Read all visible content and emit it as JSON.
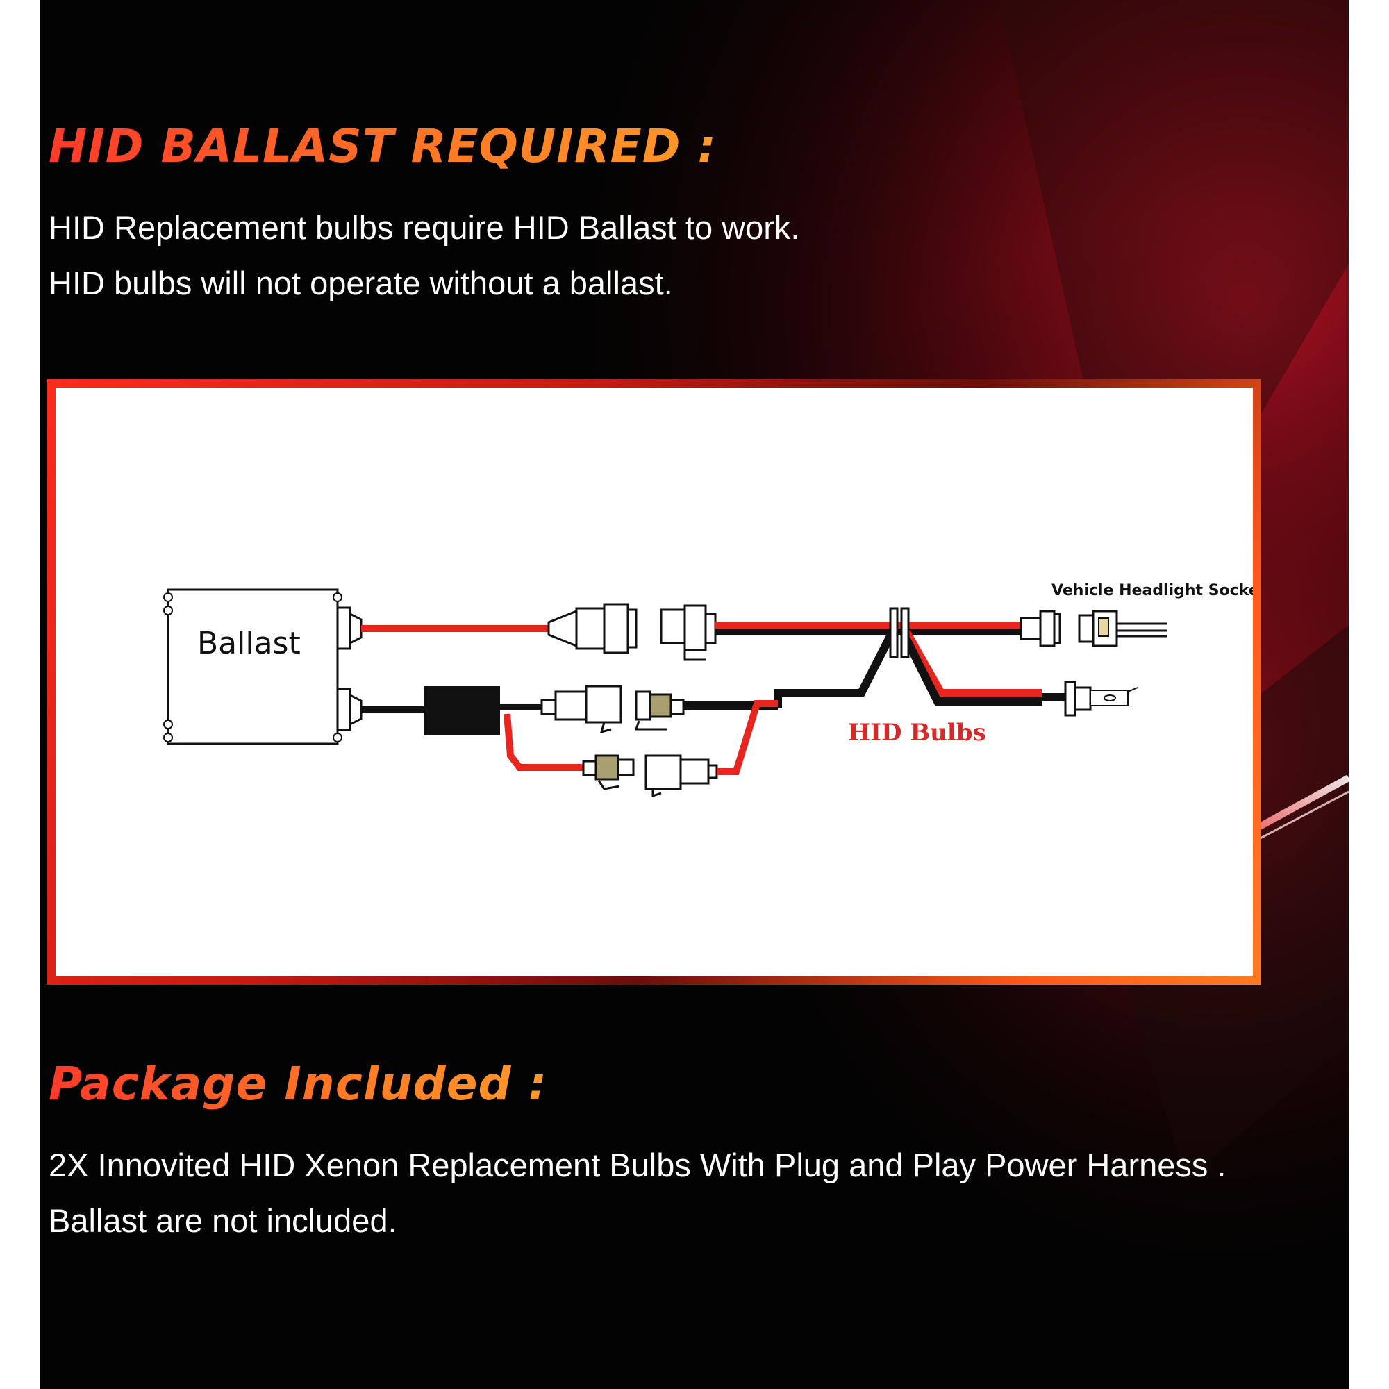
{
  "section_ballast": {
    "heading": "HID BALLAST REQUIRED :",
    "lines": [
      "HID Replacement bulbs require HID Ballast to work.",
      "HID bulbs will not operate without a ballast."
    ]
  },
  "diagram": {
    "ballast_label": "Ballast",
    "socket_label": "Vehicle Headlight Socket",
    "bulbs_label": "HID Bulbs"
  },
  "section_package": {
    "heading": "Package Included :",
    "lines": [
      "2X Innovited HID Xenon Replacement Bulbs With Plug and Play Power Harness .",
      "Ballast are not included."
    ]
  },
  "colors": {
    "accent_start": "#ff3a2a",
    "accent_end": "#ff9a2a",
    "wire_red": "#e8261f",
    "wire_black": "#111111",
    "background": "#030303"
  }
}
